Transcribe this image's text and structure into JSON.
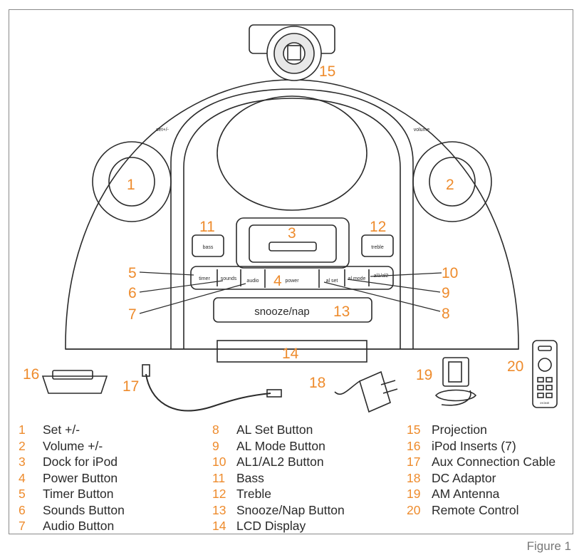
{
  "colors": {
    "callout": "#ee8b2c",
    "line": "#2b2b2b",
    "text": "#2a2a2a"
  },
  "device_labels": {
    "set_label": "set+/-",
    "volume_label": "volume",
    "bass": "bass",
    "treble": "treble",
    "timer": "timer",
    "sounds": "sounds",
    "audio": "audio",
    "power": "power",
    "al_set": "al set",
    "al_mode": "al mode",
    "al1_al2": "al1/al2",
    "snooze": "snooze/nap",
    "remote_brand": "iHOME"
  },
  "callouts": {
    "c1": "1",
    "c2": "2",
    "c3": "3",
    "c4": "4",
    "c5": "5",
    "c6": "6",
    "c7": "7",
    "c8": "8",
    "c9": "9",
    "c10": "10",
    "c11": "11",
    "c12": "12",
    "c13": "13",
    "c14": "14",
    "c15": "15",
    "c16": "16",
    "c17": "17",
    "c18": "18",
    "c19": "19",
    "c20": "20"
  },
  "legend": [
    [
      {
        "num": "1",
        "label": "Set +/-"
      },
      {
        "num": "2",
        "label": "Volume +/-"
      },
      {
        "num": "3",
        "label": "Dock for iPod"
      },
      {
        "num": "4",
        "label": "Power Button"
      },
      {
        "num": "5",
        "label": "Timer Button"
      },
      {
        "num": "6",
        "label": "Sounds Button"
      },
      {
        "num": "7",
        "label": "Audio Button"
      }
    ],
    [
      {
        "num": "8",
        "label": "AL Set Button"
      },
      {
        "num": "9",
        "label": "AL Mode Button"
      },
      {
        "num": "10",
        "label": "AL1/AL2 Button"
      },
      {
        "num": "11",
        "label": "Bass"
      },
      {
        "num": "12",
        "label": "Treble"
      },
      {
        "num": "13",
        "label": "Snooze/Nap Button"
      },
      {
        "num": "14",
        "label": "LCD Display"
      }
    ],
    [
      {
        "num": "15",
        "label": "Projection"
      },
      {
        "num": "16",
        "label": "iPod Inserts (7)"
      },
      {
        "num": "17",
        "label": "Aux Connection Cable"
      },
      {
        "num": "18",
        "label": "DC Adaptor"
      },
      {
        "num": "19",
        "label": "AM Antenna"
      },
      {
        "num": "20",
        "label": "Remote Control"
      }
    ]
  ],
  "caption": "Figure 1"
}
